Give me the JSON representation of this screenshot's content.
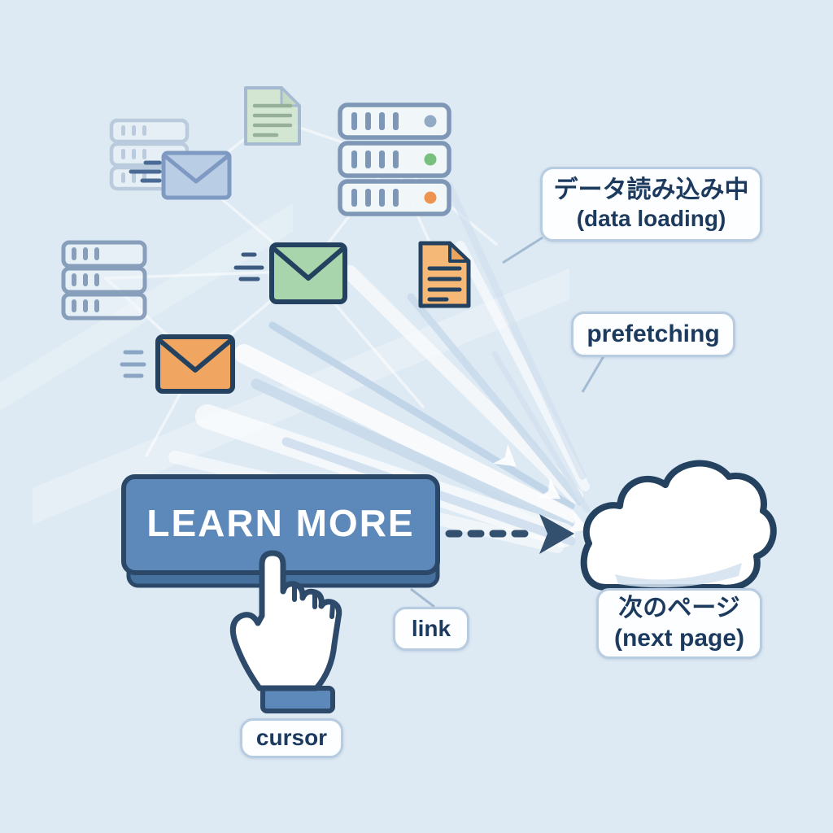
{
  "scene": {
    "background": "#dde9f3",
    "outline_navy": "#2e4a6b",
    "streak_blue": "#c3d5e8",
    "mesh_line_color": "#ffffff"
  },
  "button": {
    "label": "LEARN MORE",
    "face_color": "#5d88ba",
    "edge_color": "#46709e",
    "border_color": "#2c4868",
    "text_color": "#ffffff"
  },
  "arrow": {
    "color": "#33516f",
    "style": "dashed",
    "direction": "button-to-cloud"
  },
  "callouts": {
    "data_loading": {
      "line1": "データ読み込み中",
      "line2": "(data loading)"
    },
    "prefetching": "prefetching",
    "link": "link",
    "cursor": "cursor",
    "next_page": {
      "line1": "次のページ",
      "line2": "(next page)"
    }
  },
  "icons": {
    "server_rack_top_right": {
      "name": "server-rack-icon",
      "outline": "#7e97b6",
      "fill": "#f2f6fa",
      "status_dots": [
        "#92abc4",
        "#77c07d",
        "#ef9350"
      ]
    },
    "server_rack_left": {
      "name": "server-rack-icon",
      "outline": "#7d95b4",
      "fill": "#f4f8fb"
    },
    "server_rack_faded": {
      "name": "server-rack-icon",
      "outline": "#b4c6da",
      "fill": "#eef4f9"
    },
    "envelope_blue": {
      "name": "envelope-icon",
      "fill": "#b9cde5",
      "outline": "#7e9ac2"
    },
    "envelope_green": {
      "name": "envelope-icon",
      "fill": "#a9d5ac",
      "outline": "#24425f"
    },
    "envelope_orange": {
      "name": "envelope-icon",
      "fill": "#f0a661",
      "outline": "#24425f"
    },
    "document_green": {
      "name": "document-icon",
      "fill": "#d2e6cf",
      "outline": "#9fb6ce",
      "line_color": "#8fa98f"
    },
    "document_orange": {
      "name": "document-icon",
      "fill": "#f5b877",
      "fold": "#eca45c",
      "outline": "#24425f"
    },
    "cloud": {
      "name": "cloud-icon",
      "fill": "#ffffff",
      "outline": "#24425f",
      "shade": "#d2e1ef"
    },
    "hand_cursor": {
      "name": "pointer-hand-cursor-icon",
      "fill": "#ffffff",
      "outline": "#2e4a6b",
      "cuff_fill": "#5d88ba"
    }
  }
}
